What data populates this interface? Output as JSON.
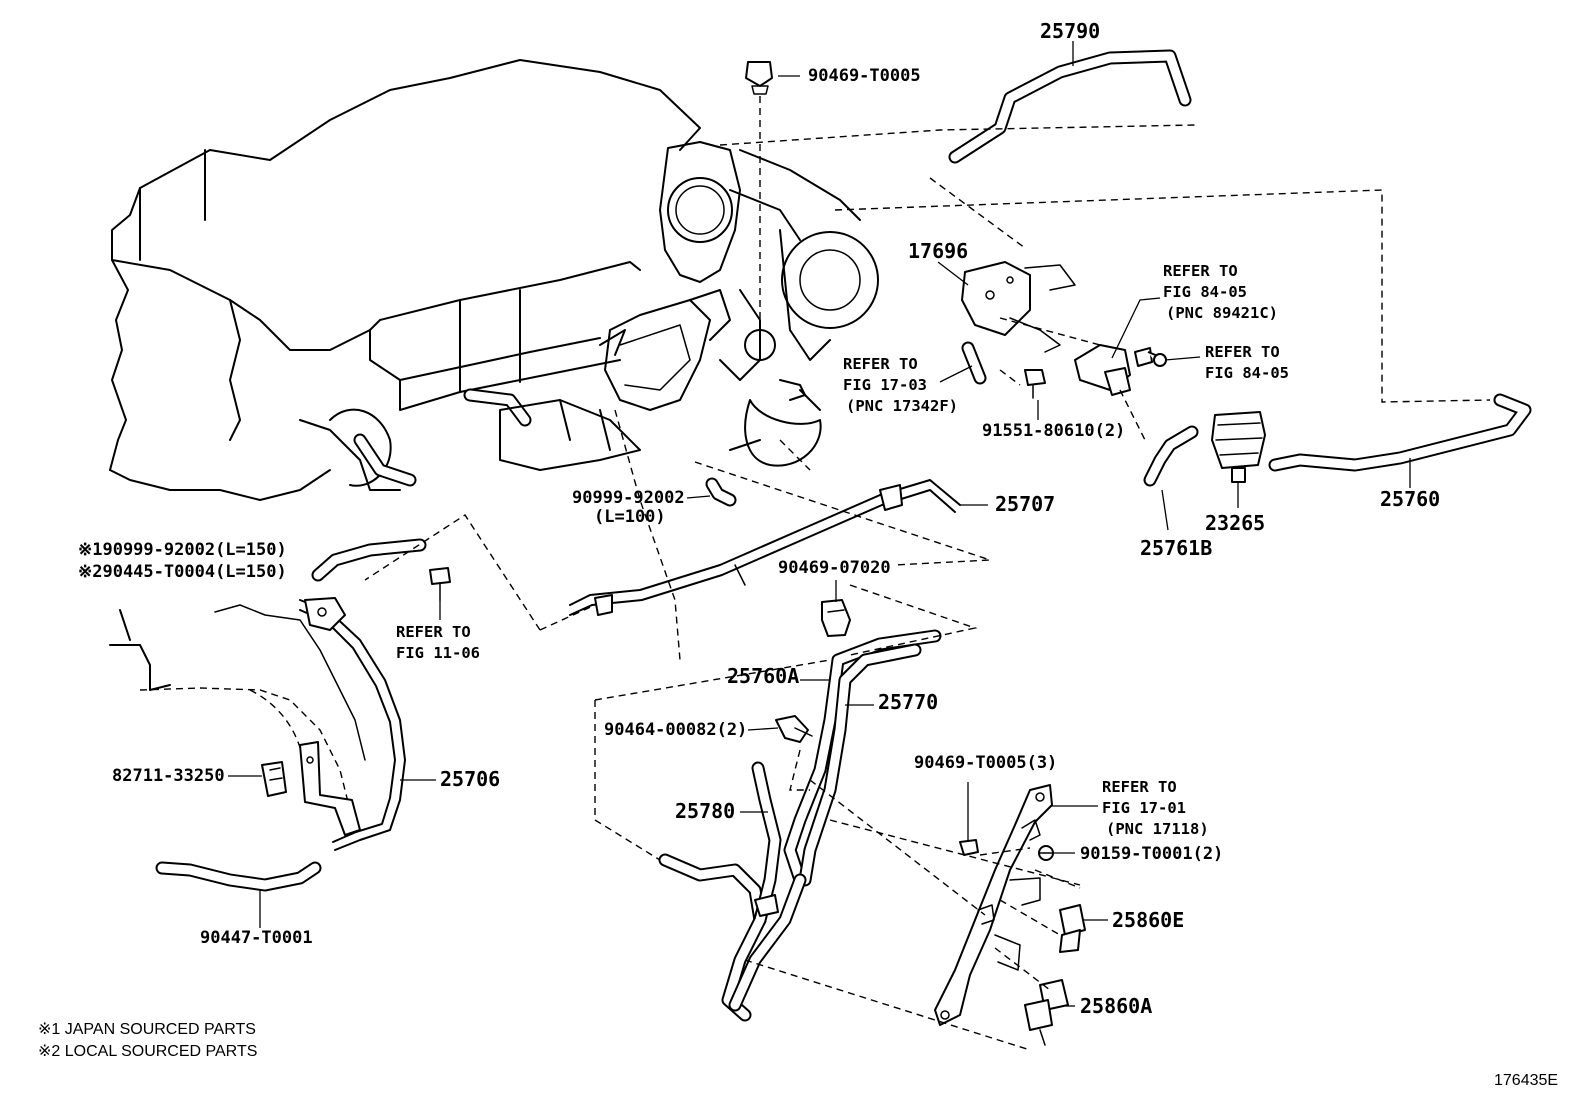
{
  "callouts": {
    "p25790": "25790",
    "p90469_t0005": "90469-T0005",
    "p17696": "17696",
    "ref_84_05_a_1": "REFER TO",
    "ref_84_05_a_2": "FIG 84-05",
    "ref_84_05_a_3": "(PNC 89421C)",
    "ref_84_05_b_1": "REFER TO",
    "ref_84_05_b_2": "FIG 84-05",
    "ref_17_03_1": "REFER TO",
    "ref_17_03_2": "FIG 17-03",
    "ref_17_03_3": "(PNC 17342F)",
    "p91551": "91551-80610(2)",
    "p25760": "25760",
    "p23265": "23265",
    "p25761b": "25761B",
    "p25707": "25707",
    "p90999_l100_1": "90999-92002",
    "p90999_l100_2": "(L=100)",
    "note1_part": "※190999-92002(L=150)",
    "note2_part": "※290445-T0004(L=150)",
    "ref_11_06_1": "REFER TO",
    "ref_11_06_2": "FIG 11-06",
    "p90469_07020": "90469-07020",
    "p25760a": "25760A",
    "p25770": "25770",
    "p90464": "90464-00082(2)",
    "p82711": "82711-33250",
    "p25706": "25706",
    "p25780": "25780",
    "p90469_t0005_3": "90469-T0005(3)",
    "ref_17_01_1": "REFER TO",
    "ref_17_01_2": "FIG 17-01",
    "ref_17_01_3": "(PNC 17118)",
    "p90159": "90159-T0001(2)",
    "p25860e": "25860E",
    "p25860a": "25860A",
    "p90447": "90447-T0001"
  },
  "footnotes": {
    "n1": "※1 JAPAN SOURCED PARTS",
    "n2": "※2 LOCAL SOURCED PARTS"
  },
  "figure_id": "176435E"
}
